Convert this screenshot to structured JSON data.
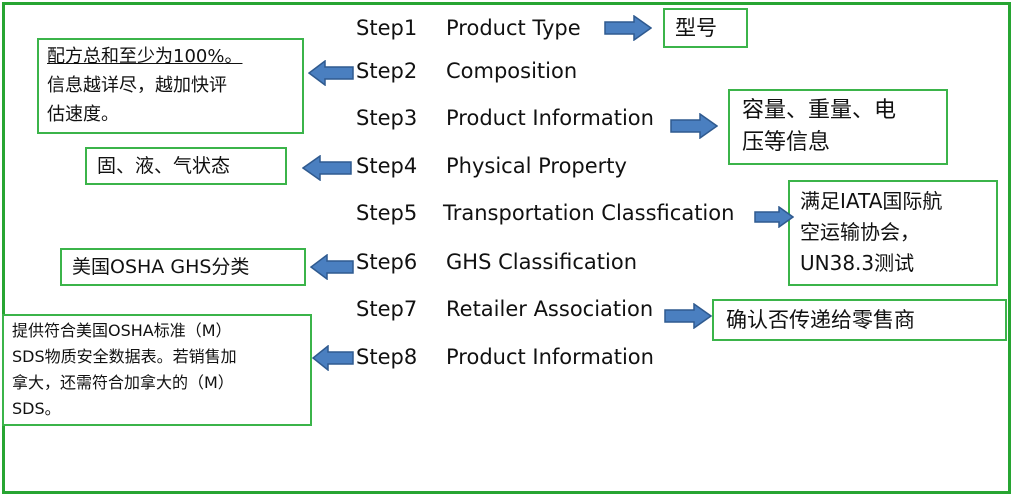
{
  "steps": [
    {
      "num": "Step1",
      "label": "Product Type"
    },
    {
      "num": "Step2",
      "label": "Composition"
    },
    {
      "num": "Step3",
      "label": "Product Information"
    },
    {
      "num": "Step4",
      "label": "Physical Property"
    },
    {
      "num": "Step5",
      "label": "Transportation Classfication"
    },
    {
      "num": "Step6",
      "label": "GHS Classification"
    },
    {
      "num": "Step7",
      "label": "Retailer Association"
    },
    {
      "num": "Step8",
      "label": "Product Information"
    }
  ],
  "notes": {
    "step1": "型号",
    "step2": {
      "line1": "配方总和至少为100%。",
      "line2": "信息越详尽，越加快评",
      "line3": "估速度。"
    },
    "step3": {
      "line1": "容量、重量、电",
      "line2": "压等信息"
    },
    "step4": "固、液、气状态",
    "step5": {
      "line1": "满足IATA国际航",
      "line2": "空运输协会，",
      "line3": "UN38.3测试"
    },
    "step6": "美国OSHA GHS分类",
    "step7": "确认否传递给零售商",
    "step8": {
      "line1": "提供符合美国OSHA标准（M）",
      "line2": "SDS物质安全数据表。若销售加",
      "line3": "拿大，还需符合加拿大的（M）",
      "line4": "SDS。"
    }
  },
  "colors": {
    "border": "#27a532",
    "box_border": "#3bb44a",
    "arrow_fill": "#4a7fc0",
    "arrow_stroke": "#2f5a8f"
  }
}
